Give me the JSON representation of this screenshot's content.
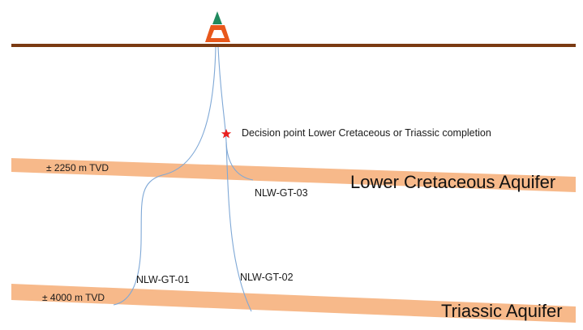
{
  "colors": {
    "ground_line": "#7a3a12",
    "aquifer_band": "#f7b98a",
    "well_path": "#7fa8d6",
    "decision_star": "#e8201f",
    "rig_top": "#1f8a5e",
    "rig_frame": "#e8581c"
  },
  "icons": {
    "rig": "drilling-rig-icon",
    "decision": "star-icon"
  },
  "aquifers": {
    "lower_cretaceous": {
      "name": "Lower Cretaceous Aquifer",
      "depth_label": "± 2250 m TVD"
    },
    "triassic": {
      "name": "Triassic Aquifer",
      "depth_label": "± 4000 m TVD"
    }
  },
  "decision_point": {
    "label": "Decision point Lower Cretaceous or Triassic completion"
  },
  "wells": [
    {
      "id": "NLW-GT-01"
    },
    {
      "id": "NLW-GT-02"
    },
    {
      "id": "NLW-GT-03"
    }
  ]
}
